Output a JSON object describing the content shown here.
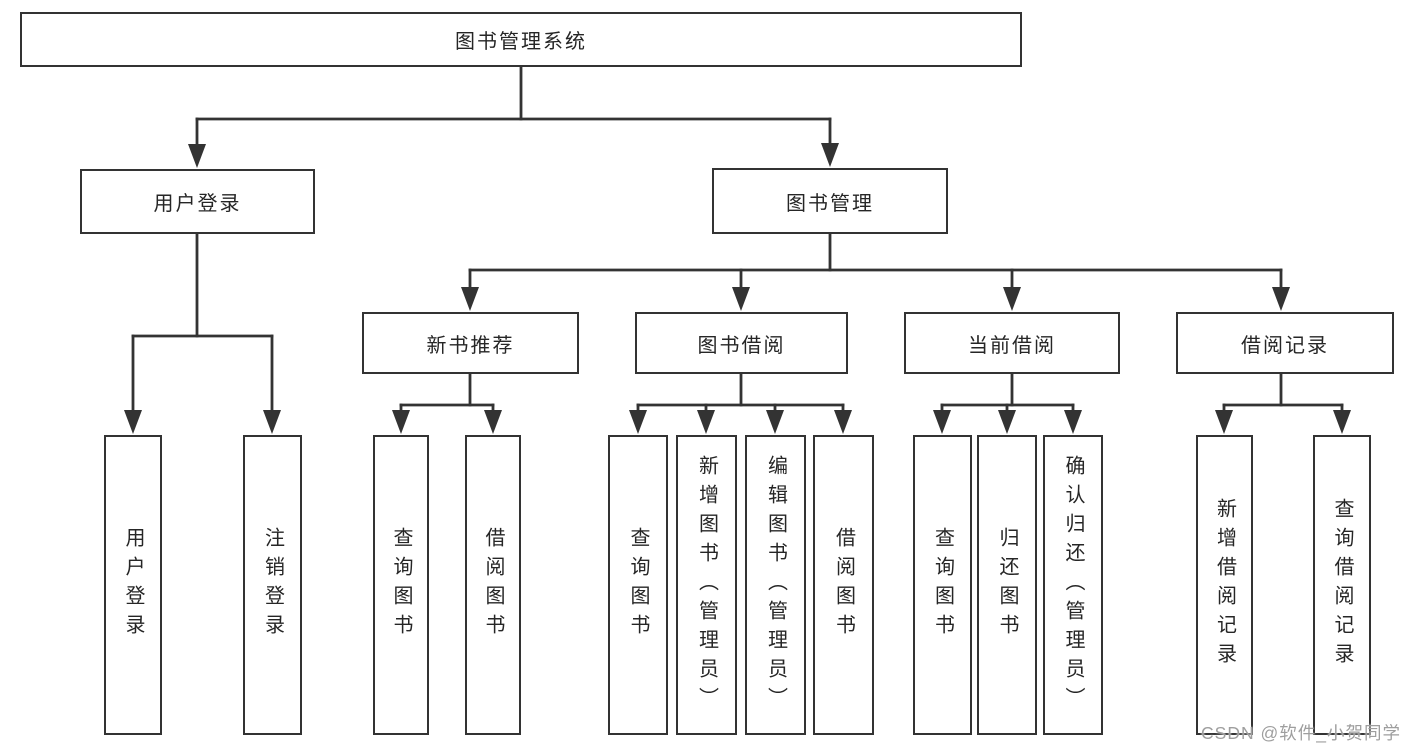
{
  "diagram": {
    "root": {
      "label": "图书管理系统"
    },
    "level2": [
      {
        "label": "用户登录",
        "parent": "图书管理系统"
      },
      {
        "label": "图书管理",
        "parent": "图书管理系统"
      }
    ],
    "level3": [
      {
        "label": "新书推荐",
        "parent": "图书管理"
      },
      {
        "label": "图书借阅",
        "parent": "图书管理"
      },
      {
        "label": "当前借阅",
        "parent": "图书管理"
      },
      {
        "label": "借阅记录",
        "parent": "图书管理"
      }
    ],
    "leaves": [
      {
        "label": "用户登录",
        "parent": "用户登录"
      },
      {
        "label": "注销登录",
        "parent": "用户登录"
      },
      {
        "label": "查询图书",
        "parent": "新书推荐"
      },
      {
        "label": "借阅图书",
        "parent": "新书推荐"
      },
      {
        "label": "查询图书",
        "parent": "图书借阅"
      },
      {
        "label": "新增图书（管理员）",
        "parent": "图书借阅"
      },
      {
        "label": "编辑图书（管理员）",
        "parent": "图书借阅"
      },
      {
        "label": "借阅图书",
        "parent": "图书借阅"
      },
      {
        "label": "查询图书",
        "parent": "当前借阅"
      },
      {
        "label": "归还图书",
        "parent": "当前借阅"
      },
      {
        "label": "确认归还（管理员）",
        "parent": "当前借阅"
      },
      {
        "label": "新增借阅记录",
        "parent": "借阅记录"
      },
      {
        "label": "查询借阅记录",
        "parent": "借阅记录"
      }
    ],
    "colors": {
      "line": "#333333",
      "box_fill": "#ffffff",
      "text": "#262626"
    }
  },
  "watermark": {
    "text": "CSDN @软件_小贺同学",
    "color": "#9e9e9e"
  }
}
